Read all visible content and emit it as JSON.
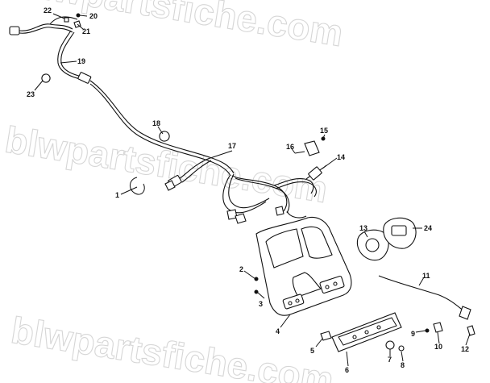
{
  "watermark": "blwpartsfiche.com",
  "callouts": [
    "1",
    "2",
    "3",
    "4",
    "5",
    "6",
    "7",
    "8",
    "9",
    "10",
    "11",
    "12",
    "13",
    "14",
    "15",
    "16",
    "17",
    "18",
    "19",
    "20",
    "21",
    "22",
    "23",
    "24"
  ]
}
